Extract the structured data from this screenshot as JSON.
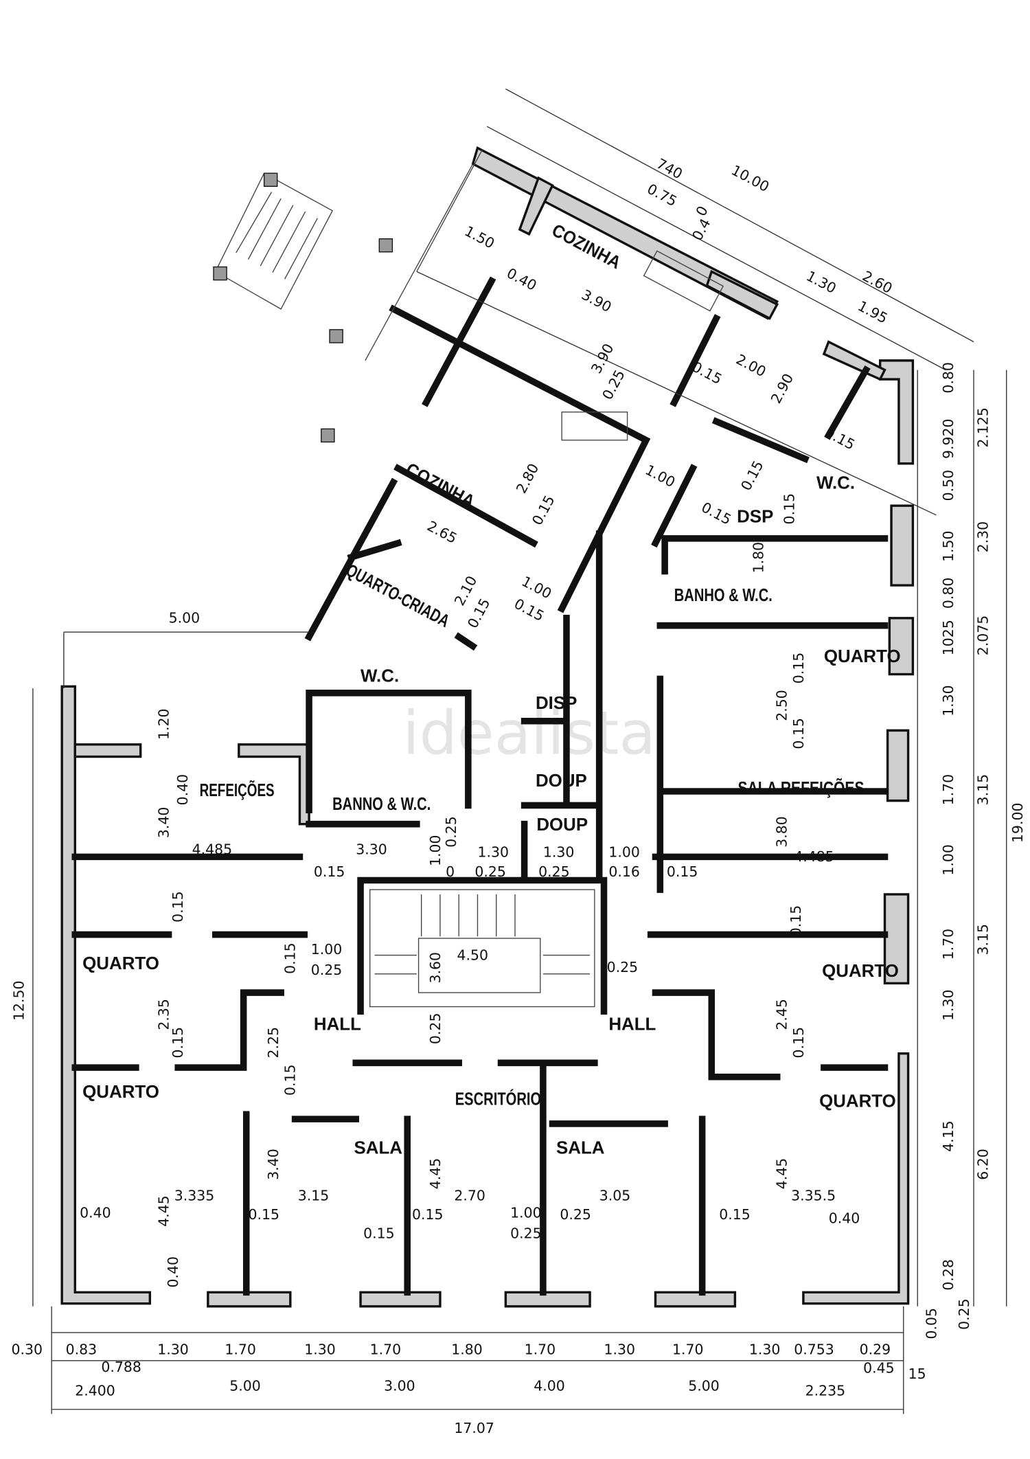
{
  "watermark": "idealista",
  "rooms": [
    "COZINHA",
    "COZINHA",
    "QUARTO-CRIADA",
    "W.C.",
    "BANNO & W.C.",
    "REFEIÇÕES",
    "QUARTO",
    "QUARTO",
    "HALL",
    "HALL",
    "ESCRITÓRIO",
    "SALA",
    "SALA",
    "QUARTO",
    "QUARTO",
    "SALA  REFEIÇÕES",
    "BANHO & W.C.",
    "QUARTO",
    "DISP",
    "DOUP",
    "DOUP",
    "DSP",
    "W.C."
  ],
  "dims_bottom": [
    "0.30",
    "0.83",
    "1.30",
    "1.70",
    "1.30",
    "1.70",
    "1.80",
    "1.70",
    "1.30",
    "1.70",
    "1.30",
    "0.753",
    "0.29",
    "0.788",
    "0.45",
    "15",
    "2.400",
    "5.00",
    "3.00",
    "4.00",
    "5.00",
    "2.235",
    "17.07"
  ],
  "dims_right": [
    "0.80",
    "9.920",
    "0.50",
    "1.50",
    "0.80",
    "1025",
    "1.30",
    "1.70",
    "1.00",
    "1.70",
    "1.30",
    "4.15",
    "0.28",
    "0.05",
    "2.125",
    "2.30",
    "2.075",
    "3.15",
    "3.15",
    "6.20",
    "0.25",
    "19.00"
  ],
  "dims_left": [
    "5.00",
    "12.50",
    "1.20",
    "3.40",
    "0.40",
    "4.485",
    "0.15",
    "2.35",
    "0.15",
    "4.45",
    "3.335",
    "0.40",
    "0.40",
    "1.00",
    "0.25",
    "0.15",
    "2.25",
    "0.15",
    "3.40",
    "0.15",
    "3.15"
  ],
  "dims_center": [
    "3.30",
    "1.00",
    "0.25",
    "0",
    "1.30",
    "0.25",
    "1.30",
    "0.25",
    "1.00",
    "0.16",
    "0.15",
    "4.50",
    "3.60",
    "0.25",
    "0.25",
    "4.45",
    "2.70",
    "0.15",
    "3.05",
    "0.25",
    "0.15",
    "1.00",
    "0.25"
  ],
  "dims_right_block": [
    "0.15",
    "2.50",
    "0.15",
    "3.80",
    "4.485",
    "0.15",
    "2.45",
    "0.15",
    "4.45",
    "3.35.5",
    "0.15",
    "0.40",
    "0.15",
    "1.80"
  ],
  "dims_wing": [
    "740",
    "10.00",
    "0.75",
    "0",
    "0.4",
    "1.30",
    "2.60",
    "1.95",
    "1.50",
    "0.40",
    "3.90",
    "3.90",
    "0.25",
    "2.00",
    "2.90",
    "0.15",
    "0.15",
    "2.80",
    "0.15",
    "1.00",
    "0.15",
    "0.15",
    "0.15",
    "2.65",
    "2.10",
    "0.15",
    "1.00",
    "0.15"
  ]
}
